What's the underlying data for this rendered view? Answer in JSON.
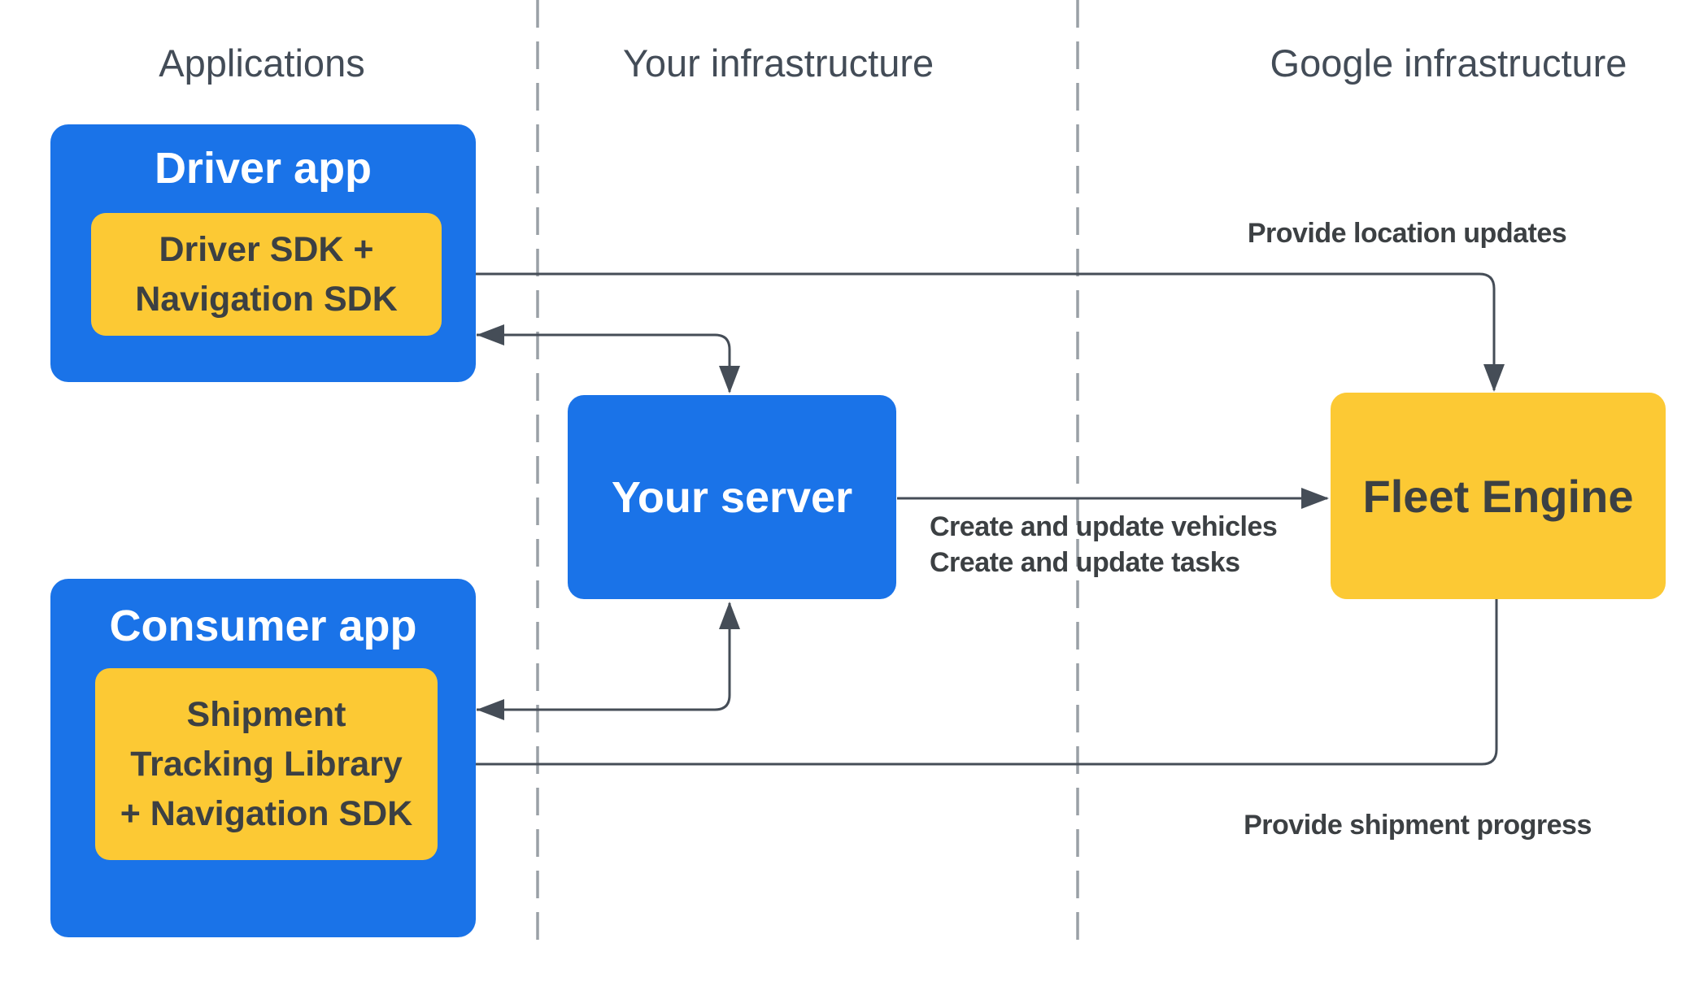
{
  "headers": {
    "applications": "Applications",
    "your_infrastructure": "Your infrastructure",
    "google_infrastructure": "Google infrastructure"
  },
  "nodes": {
    "driver_app": {
      "title": "Driver app",
      "sdk_lines": [
        "Driver SDK +",
        "Navigation SDK"
      ]
    },
    "consumer_app": {
      "title": "Consumer app",
      "sdk_lines": [
        "Shipment",
        "Tracking Library",
        "+ Navigation SDK"
      ]
    },
    "your_server": {
      "title": "Your server"
    },
    "fleet_engine": {
      "title": "Fleet Engine"
    }
  },
  "edge_labels": {
    "provide_location_updates": "Provide location updates",
    "create_update_vehicles": "Create and update vehicles",
    "create_update_tasks": "Create and update tasks",
    "provide_shipment_progress": "Provide shipment progress"
  },
  "colors": {
    "blue": "#1a73e8",
    "yellow": "#fcc934",
    "arrow": "#454d57",
    "dark_text": "#3c4043",
    "header_text": "#434c57",
    "dash": "#9aa0a6",
    "white_text": "#ffffff",
    "background": "#ffffff"
  }
}
